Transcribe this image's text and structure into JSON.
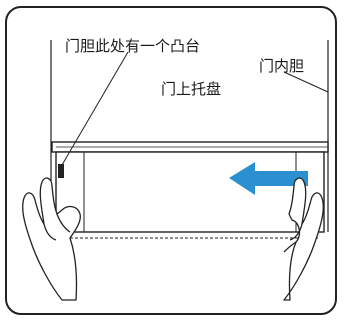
{
  "diagram": {
    "labels": {
      "liner_bump": "门胆此处有一个凸台",
      "door_liner": "门内胆",
      "door_tray": "门上托盘"
    },
    "arrow_direction": "left",
    "colors": {
      "arrow": "#2a90d0",
      "line": "#222222",
      "tray_fill": "#ffffff",
      "background": "#ffffff"
    },
    "icons": [
      "left-arrow-icon",
      "left-hand-icon",
      "right-hand-icon",
      "liner-bump-marker"
    ]
  }
}
